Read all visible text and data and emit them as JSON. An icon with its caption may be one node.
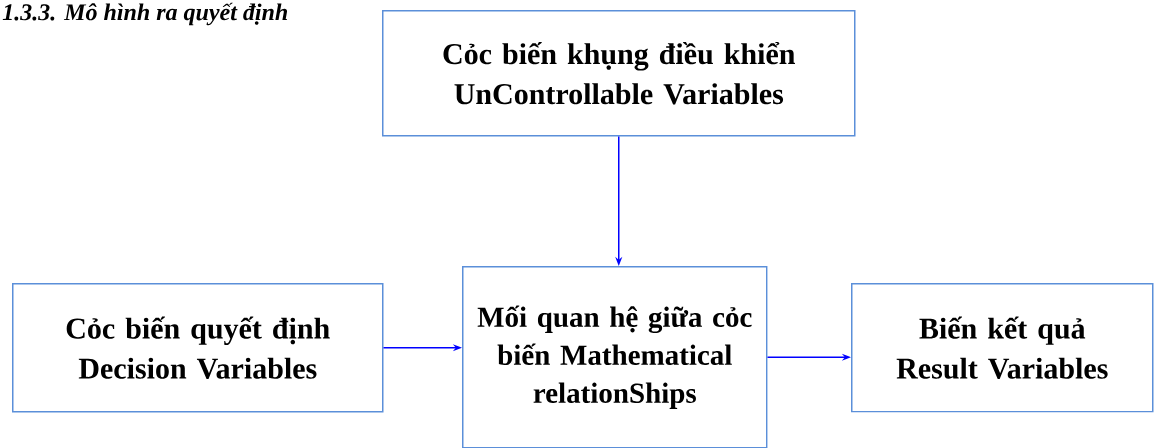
{
  "diagram": {
    "title": "1.3.3. Mô hình ra quyết định",
    "nodes": [
      {
        "text": [
          "Cỏc biến khụng điều khiển UnControllable Variables"
        ]
      },
      {
        "text": [
          "Cỏc biến quyết định Decision Variables"
        ]
      },
      {
        "text": [
          "Mối quan hệ giữa cỏc biến Mathematical relationShips"
        ]
      },
      {
        "text": [
          "Biến kết quả Result Variables"
        ]
      }
    ],
    "edges": [
      {
        "from": 0,
        "to": 2,
        "arrow": "to",
        "color": "#0000ff"
      },
      {
        "from": 1,
        "to": 2,
        "arrow": "to",
        "color": "#0000ff"
      },
      {
        "from": 2,
        "to": 3,
        "arrow": "to",
        "color": "#0000ff"
      }
    ]
  }
}
